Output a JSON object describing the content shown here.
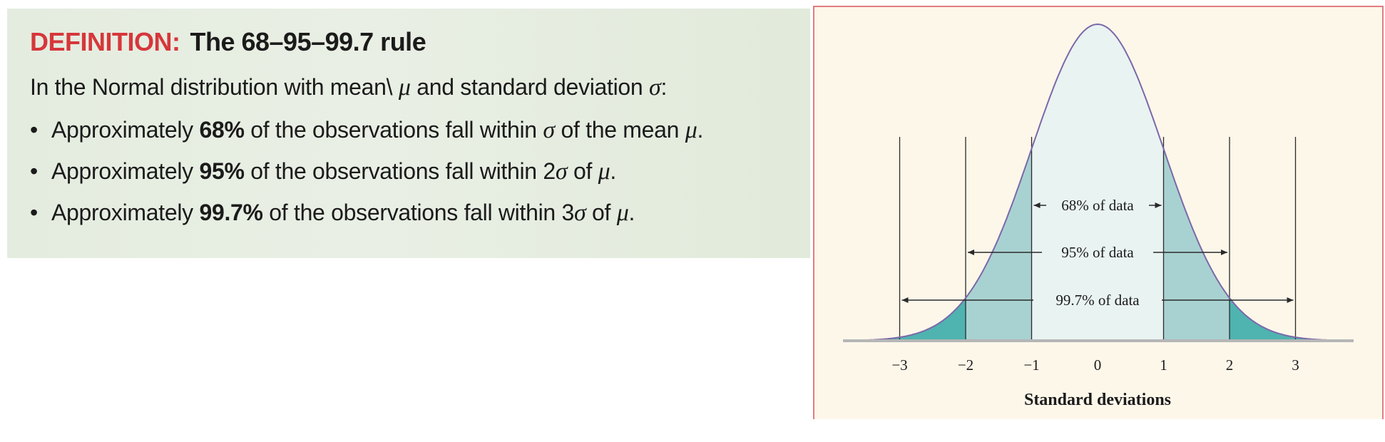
{
  "definition": {
    "label": "DEFINITION:",
    "title": "The 68–95–99.7 rule",
    "intro_before_mu": "In the Normal distribution with mean\\ ",
    "mu_symbol": "μ",
    "intro_middle": " and standard deviation ",
    "sigma_symbol": "σ",
    "intro_end": ":",
    "bullet_symbol": "•",
    "rules": [
      {
        "prefix": "Approximately ",
        "percent": "68%",
        "text": " of the observations fall within ",
        "m1": "σ",
        "text2": " of the mean ",
        "m2": "μ",
        "end": "."
      },
      {
        "prefix": "Approximately ",
        "percent": "95%",
        "text": " of the observations fall within 2",
        "m1": "σ",
        "text2": " of ",
        "m2": "μ",
        "end": "."
      },
      {
        "prefix": "Approximately ",
        "percent": "99.7%",
        "text": " of the observations fall within 3",
        "m1": "σ",
        "text2": " of ",
        "m2": "μ",
        "end": "."
      }
    ]
  },
  "chart_data": {
    "type": "area",
    "xlabel": "Standard deviations",
    "ylabel": "",
    "x_ticks": [
      -3,
      -2,
      -1,
      0,
      1,
      2,
      3
    ],
    "x_tick_labels": [
      "−3",
      "−2",
      "−1",
      "0",
      "1",
      "2",
      "3"
    ],
    "xlim": [
      -3.6,
      3.6
    ],
    "mean": 0,
    "sd": 1,
    "bands": [
      {
        "label": "68% of data",
        "from": -1,
        "to": 1
      },
      {
        "label": "95% of data",
        "from": -2,
        "to": 2
      },
      {
        "label": "99.7% of data",
        "from": -3,
        "to": 3
      }
    ],
    "colors": {
      "center_fill": "#e9f3f2",
      "inner_fill": "#a8d2d1",
      "tail_fill": "#4fb3b0",
      "curve": "#7b68a8",
      "axis": "#b6b6b6",
      "background": "#fdf7ea"
    }
  }
}
